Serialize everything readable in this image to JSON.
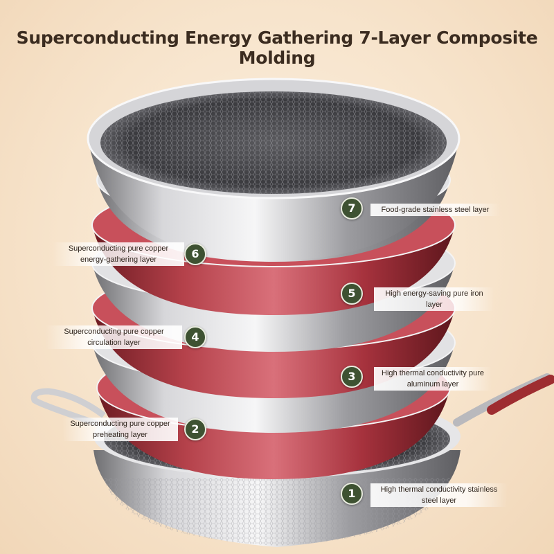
{
  "title": "Superconducting Energy Gathering 7-Layer Composite Molding",
  "colors": {
    "copper": "#b0323f",
    "steel": "#c9c9cb",
    "badge": "#3e5232",
    "handle": "#9e2d31",
    "background": "#f7e4cc"
  },
  "layers": [
    {
      "number": "1",
      "label": "High thermal conductivity stainless steel layer"
    },
    {
      "number": "2",
      "label": "Superconducting pure copper preheating layer"
    },
    {
      "number": "3",
      "label": "High thermal conductivity pure aluminum layer"
    },
    {
      "number": "4",
      "label": "Superconducting pure copper circulation layer"
    },
    {
      "number": "5",
      "label": "High energy-saving pure iron layer"
    },
    {
      "number": "6",
      "label": "Superconducting pure copper energy-gathering layer"
    },
    {
      "number": "7",
      "label": "Food-grade stainless steel layer"
    }
  ]
}
